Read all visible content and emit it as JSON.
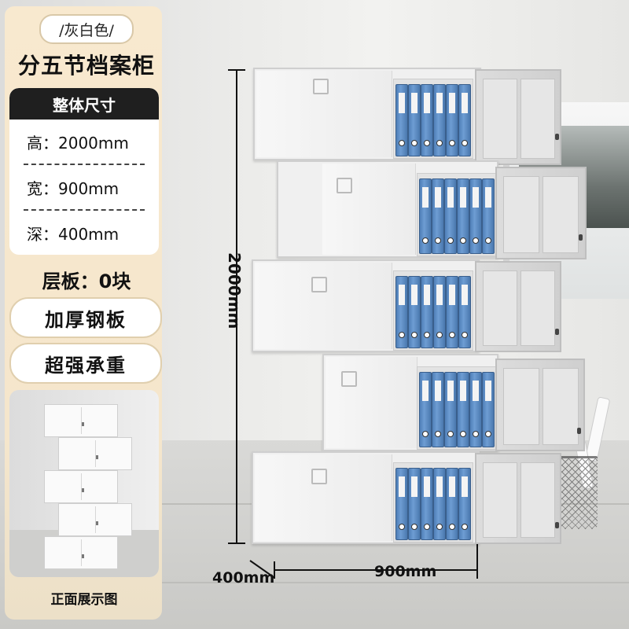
{
  "color_label": "/灰白色/",
  "product_title": "分五节档案柜",
  "spec": {
    "header": "整体尺寸",
    "rows": [
      "高：2000mm",
      "宽：900mm",
      "深：400mm"
    ]
  },
  "shelf_text": "层板：0块",
  "features": [
    "加厚钢板",
    "超强承重"
  ],
  "thumb_caption": "正面展示图",
  "dimensions": {
    "height": "2000mm",
    "depth": "400mm",
    "width": "900mm"
  },
  "colors": {
    "panel_bg": "#f5e6cc",
    "binder_blue": "#5b8cc5",
    "cabinet_white": "#f0f0f0",
    "header_dark": "#1f1f1f"
  },
  "icons": [
    "dimension-arrow-icon",
    "lock-icon",
    "handle-icon"
  ]
}
